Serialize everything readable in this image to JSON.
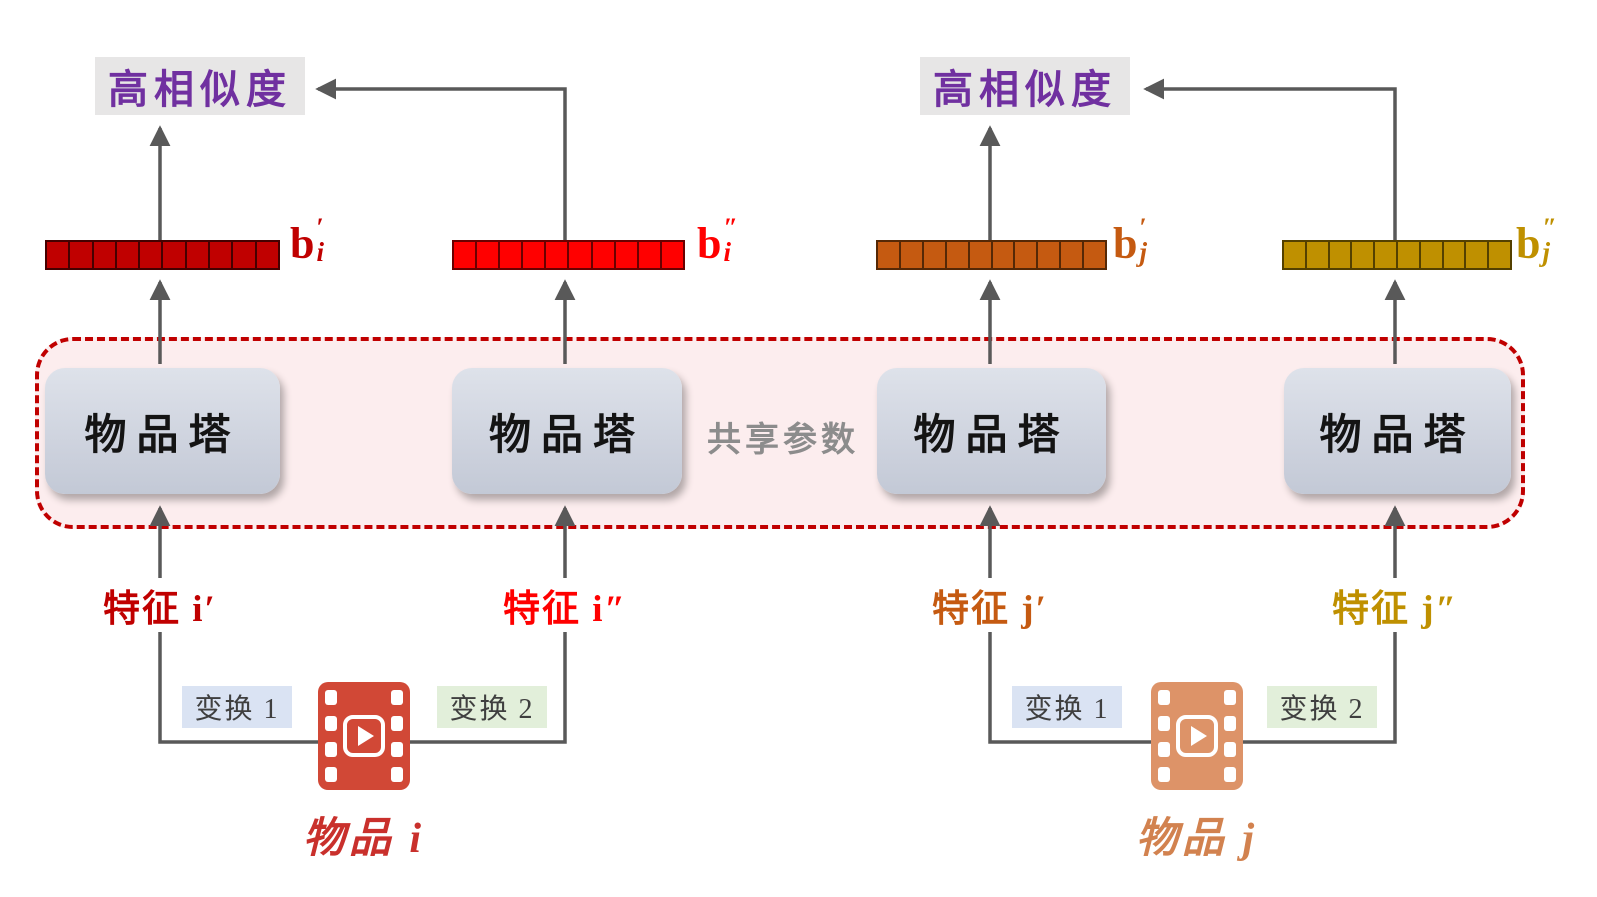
{
  "diagram": {
    "similarity_left": "高相似度",
    "similarity_right": "高相似度",
    "tower_label": "物品塔",
    "shared_params": "共享参数"
  },
  "vectors": [
    {
      "segments": 10,
      "color": "#C00000",
      "border": "#450000",
      "label": {
        "base": "b",
        "primes": "′",
        "sub": "i"
      },
      "label_color": "#C00000"
    },
    {
      "segments": 10,
      "color": "#FF0000",
      "border": "#6B0000",
      "label": {
        "base": "b",
        "primes": "″",
        "sub": "i"
      },
      "label_color": "#FF0000"
    },
    {
      "segments": 10,
      "color": "#C55A11",
      "border": "#552806",
      "label": {
        "base": "b",
        "primes": "′",
        "sub": "j"
      },
      "label_color": "#C55A11"
    },
    {
      "segments": 10,
      "color": "#BF9000",
      "border": "#544000",
      "label": {
        "base": "b",
        "primes": "″",
        "sub": "j"
      },
      "label_color": "#BF9000"
    }
  ],
  "features": [
    {
      "text": "特征 i′",
      "color": "#C00000"
    },
    {
      "text": "特征 i″",
      "color": "#FF0000"
    },
    {
      "text": "特征 j′",
      "color": "#C55A11"
    },
    {
      "text": "特征 j″",
      "color": "#BF9000"
    }
  ],
  "transforms": {
    "t1": "变换 1",
    "t2": "变换 2",
    "t1_bg": "#DAE3F3",
    "t2_bg": "#E2EFDA"
  },
  "items": [
    {
      "label": "物品 i",
      "color": "#C9302C",
      "icon": "film-play-icon",
      "icon_color": "#D14836"
    },
    {
      "label": "物品 j",
      "color": "#D2824F",
      "icon": "film-play-icon",
      "icon_color": "#DD9368"
    }
  ],
  "colors": {
    "arrow": "#595959",
    "similarity_text": "#7030A0",
    "similarity_bg": "#E7E6E6",
    "container_border": "#C00000",
    "container_bg": "#FCEDEE",
    "shared_text": "#8C8C8C"
  }
}
